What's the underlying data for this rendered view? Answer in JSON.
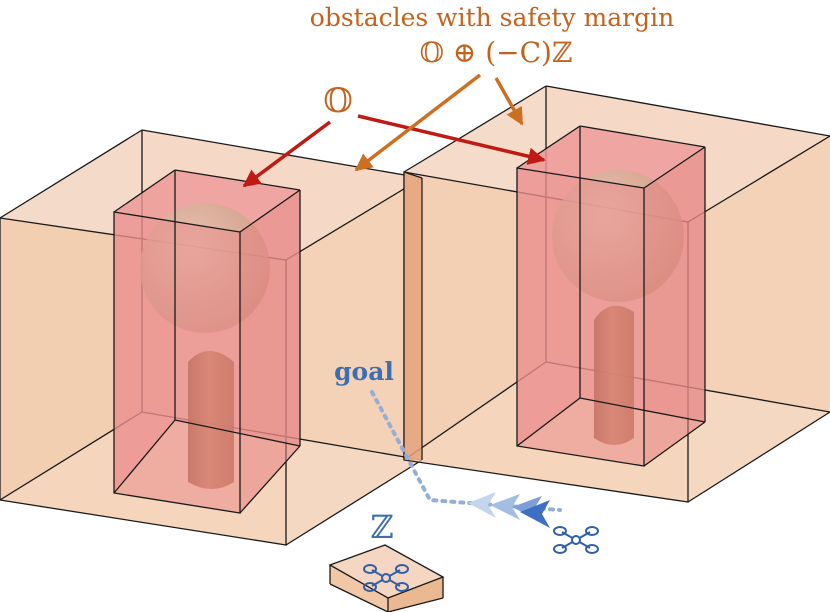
{
  "labels": {
    "margin_title": "obstacles with safety margin",
    "margin_formula": "𝕆 ⊕ (−C)ℤ",
    "obstacle_symbol": "𝕆",
    "goal": "goal",
    "robot_symbol": "ℤ"
  },
  "colors": {
    "orange_text": "#c4621d",
    "orange_arrow": "#cc6f22",
    "red_arrow": "#c01a14",
    "blue": "#3d6fb0",
    "margin_fill": "#f1c7a6",
    "obstacle_fill": "#e98a8a",
    "sphere_fill": "#d8b19a",
    "cylinder_fill": "#b8734e"
  }
}
